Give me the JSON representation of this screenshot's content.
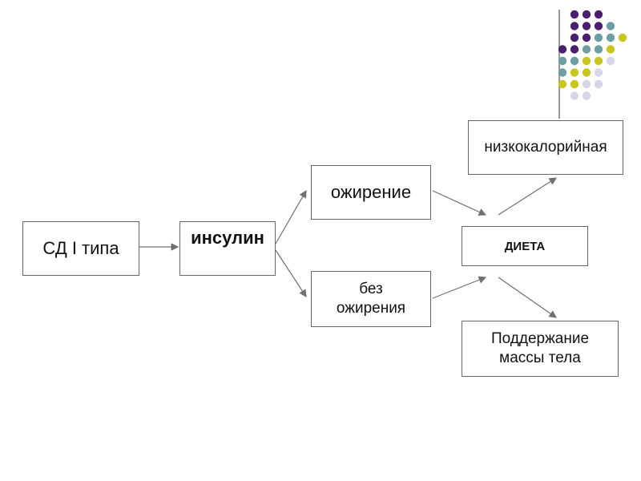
{
  "nodes": {
    "sd": "СД I типа",
    "insulin": "инсулин",
    "ozhirenie": "ожирение",
    "bez_ozhireniya": "без ожирения",
    "dieta": "ДИЕТА",
    "nizkokaloriynaya": "низкокалорийная",
    "podderzhanie": "Поддержание массы тела"
  },
  "colors": {
    "purple": "#4b1f6f",
    "teal": "#6c9ea3",
    "yellow": "#c8c61f",
    "lavender": "#d6d6e8",
    "line": "#707070"
  }
}
